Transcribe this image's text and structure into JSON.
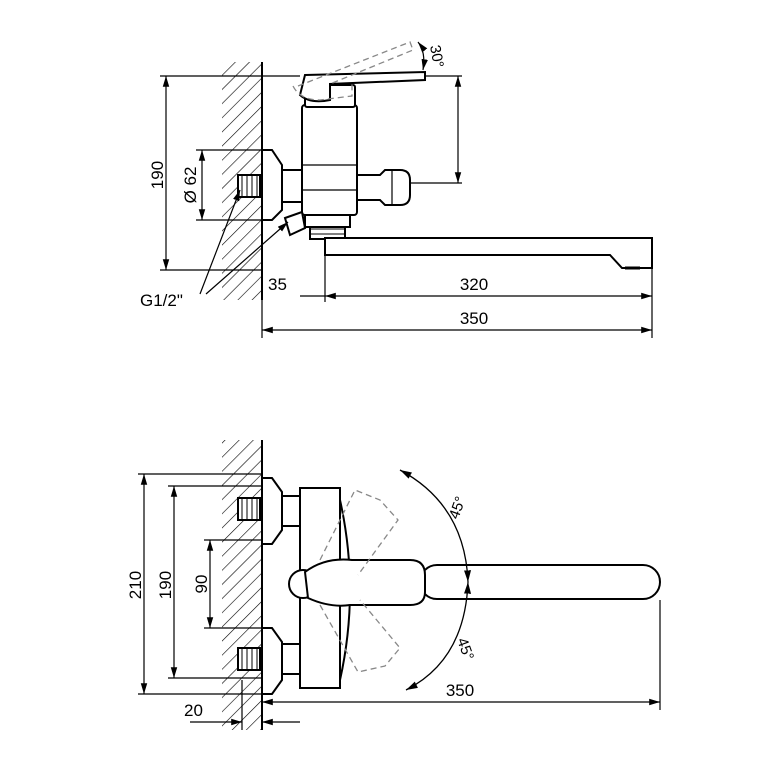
{
  "top_view": {
    "dim_height": "190",
    "dim_diameter": "Ø 62",
    "dim_angle": "30°",
    "dim_thread": "G1/2\"",
    "dim_offset": "35",
    "dim_spout": "320",
    "dim_total": "350"
  },
  "bottom_view": {
    "dim_height_outer": "210",
    "dim_height_inner": "190",
    "dim_spacing": "90",
    "dim_angle_upper": "45°",
    "dim_angle_lower": "45°",
    "dim_length": "350",
    "dim_wall": "20"
  }
}
